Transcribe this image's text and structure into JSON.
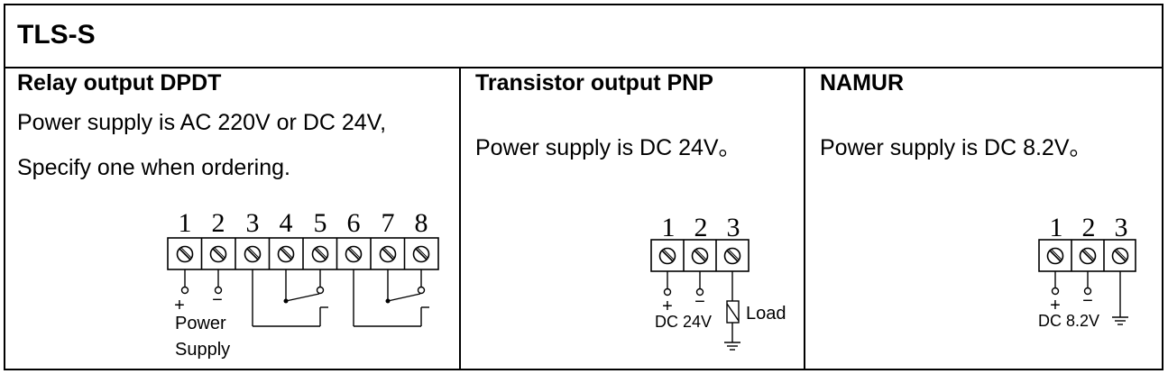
{
  "title": "TLS-S",
  "columns": [
    {
      "heading": "Relay output DPDT",
      "lines": [
        "Power supply is AC 220V or DC 24V,",
        "Specify one when ordering."
      ],
      "terminals": [
        "1",
        "2",
        "3",
        "4",
        "5",
        "6",
        "7",
        "8"
      ],
      "labels": {
        "plus": "+",
        "minus": "−",
        "power": "Power",
        "supply": "Supply"
      }
    },
    {
      "heading": "Transistor output PNP",
      "lines": [
        "Power supply is DC 24V。"
      ],
      "terminals": [
        "1",
        "2",
        "3"
      ],
      "labels": {
        "plus": "+",
        "minus": "−",
        "dc": "DC 24V",
        "load": "Load"
      }
    },
    {
      "heading": "NAMUR",
      "lines": [
        "Power supply is DC 8.2V。"
      ],
      "terminals": [
        "1",
        "2",
        "3"
      ],
      "labels": {
        "plus": "+",
        "minus": "−",
        "dc": "DC 8.2V"
      }
    }
  ]
}
